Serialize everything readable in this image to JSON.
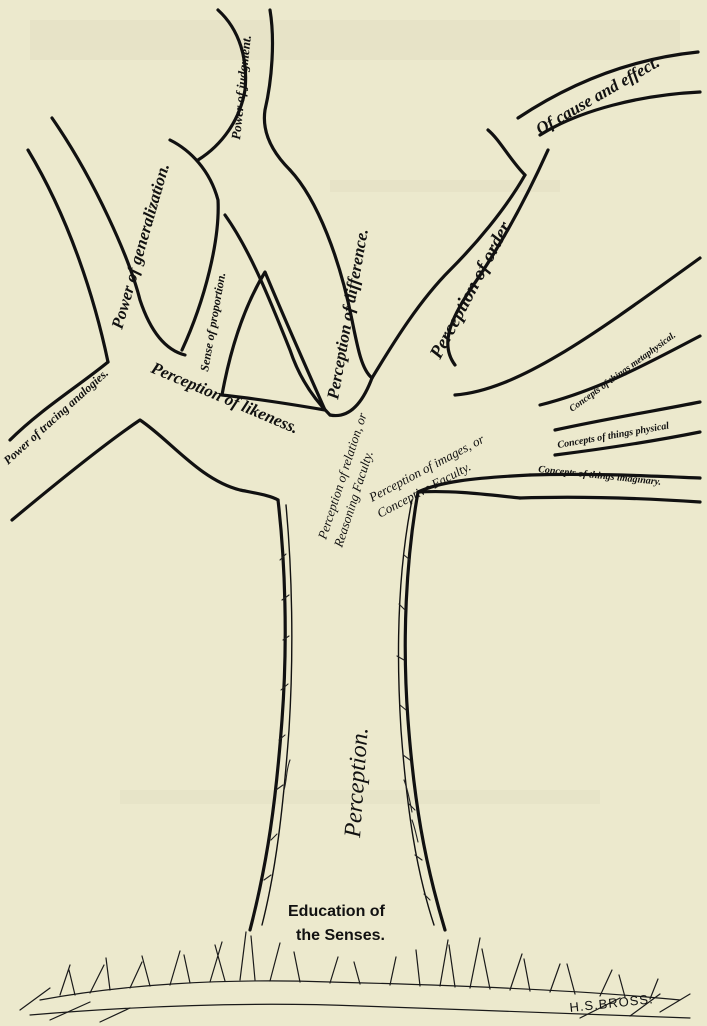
{
  "labels": {
    "power_of_judgment": "Power of judgment.",
    "power_of_generalization": "Power of generalization.",
    "cause_and_effect": "Of cause and effect.",
    "perception_of_order": "Perception of order.",
    "perception_of_difference": "Perception of difference.",
    "sense_of_proportion": "Sense of proportion.",
    "power_of_tracing_analogies": "Power of tracing analogies.",
    "perception_of_likeness": "Perception of likeness.",
    "concepts_metaphysical": "Concepts of things metaphysical.",
    "concepts_physical": "Concepts of things physical",
    "concepts_imaginary": "Concepts of things imaginary.",
    "perception_of_relation_1": "Perception of relation, or",
    "perception_of_relation_2": "Reasoning Faculty.",
    "perception_of_images_1": "Perception of images, or",
    "perception_of_images_2": "Conceptive Faculty.",
    "perception": "Perception.",
    "education_1": "Education of",
    "education_2": "the Senses.",
    "signature": "H.S.BROSS."
  }
}
